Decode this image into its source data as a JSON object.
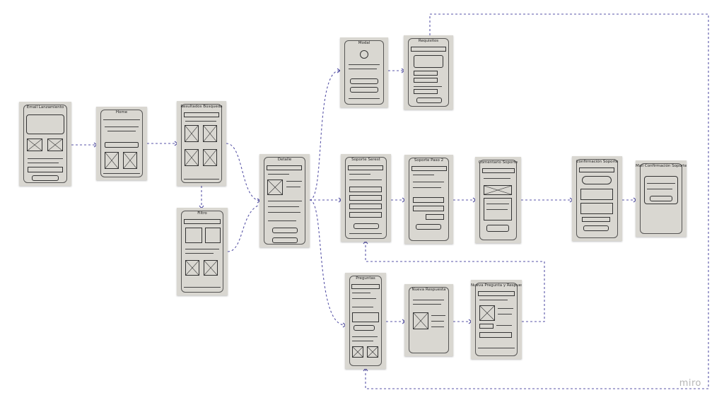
{
  "board": {
    "background": "#ffffff",
    "connector_color": "#5a56a8",
    "card_color": "#d9d7d1",
    "watermark": "miro"
  },
  "cards": [
    {
      "id": "landing",
      "title": "Email Lanzamiento"
    },
    {
      "id": "home",
      "title": "Home"
    },
    {
      "id": "results",
      "title": "Resultados Búsqueda"
    },
    {
      "id": "filters",
      "title": "Filtro"
    },
    {
      "id": "detail",
      "title": "Detalle"
    },
    {
      "id": "modal",
      "title": "Modal"
    },
    {
      "id": "request",
      "title": "Requisitos"
    },
    {
      "id": "support",
      "title": "Soporte Serest"
    },
    {
      "id": "step2",
      "title": "Soporte Paso 2"
    },
    {
      "id": "step3",
      "title": "Comentario Soporte"
    },
    {
      "id": "confirm",
      "title": "Confirmación Soporte"
    },
    {
      "id": "mail",
      "title": "Mail Confirmación Soporte"
    },
    {
      "id": "questions",
      "title": "Preguntas"
    },
    {
      "id": "answer",
      "title": "Nueva Respuesta"
    },
    {
      "id": "answer2",
      "title": "Nueva Pregunta y Respuesta"
    }
  ]
}
